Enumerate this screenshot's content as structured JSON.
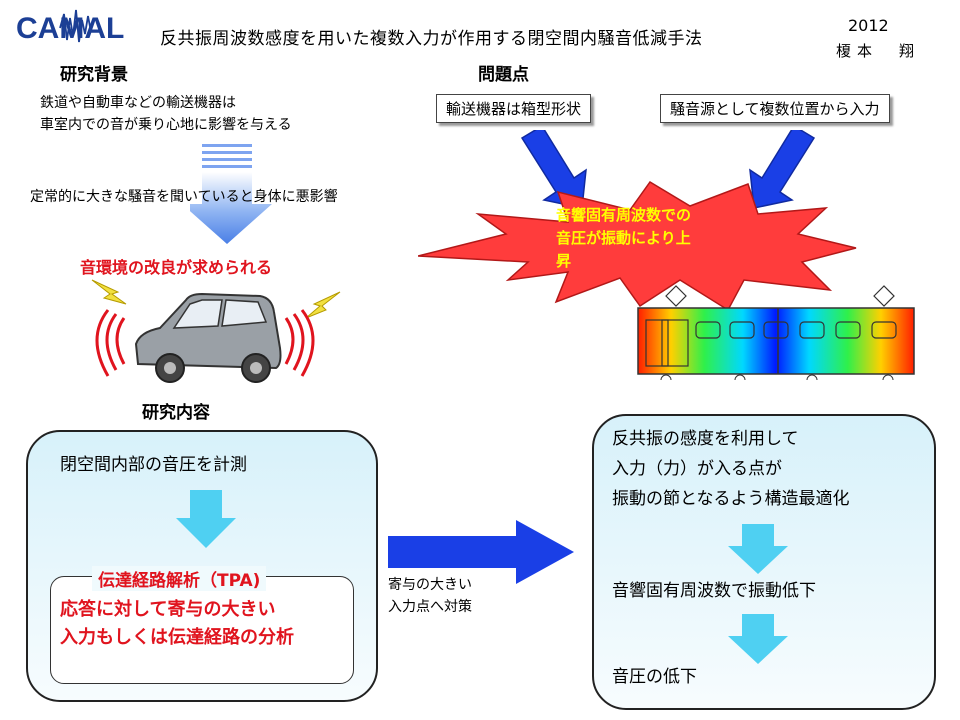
{
  "header": {
    "logo_text": "CAMAL",
    "title": "反共振周波数感度を用いた複数入力が作用する閉空間内騒音低減手法",
    "year": "2012",
    "author": "榎本　翔"
  },
  "background": {
    "heading": "研究背景",
    "line1": "鉄道や自動車などの輸送機器は",
    "line2": "車室内での音が乗り心地に影響を与える",
    "line3": "定常的に大きな騒音を聞いていると身体に悪影響",
    "conclusion": "音環境の改良が求められる"
  },
  "problem": {
    "heading": "問題点",
    "box1": "輸送機器は箱型形状",
    "box2": "騒音源として複数位置から入力",
    "burst_line1": "音響固有周波数での",
    "burst_line2": "音圧が振動により上",
    "burst_line3": "昇"
  },
  "content": {
    "heading": "研究内容",
    "left_top": "閉空間内部の音圧を計測",
    "tpa_label": "伝達経路解析（TPA)",
    "tpa_line1": "応答に対して寄与の大きい",
    "tpa_line2": "入力もしくは伝達経路の分析",
    "arrow_line1": "寄与の大きい",
    "arrow_line2": "入力点へ対策",
    "right_line1": "反共振の感度を利用して",
    "right_line2": "入力（力）が入る点が",
    "right_line3": "振動の節となるよう構造最適化",
    "right_mid": "音響固有周波数で振動低下",
    "right_bottom": "音圧の低下"
  },
  "colors": {
    "accent_red": "#e0141e",
    "arrow_blue": "#1a3fe6",
    "light_cyan": "#4fd0f2",
    "burst_red": "#ff3c3c"
  }
}
